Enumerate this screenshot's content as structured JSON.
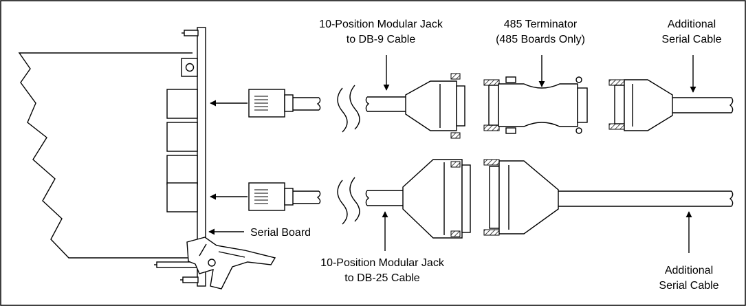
{
  "labels": {
    "db9_cable": [
      "10-Position Modular Jack",
      "to DB-9 Cable"
    ],
    "terminator": [
      "485 Terminator",
      "(485 Boards Only)"
    ],
    "additional_top": [
      "Additional",
      "Serial Cable"
    ],
    "serial_board": "Serial Board",
    "db25_cable": [
      "10-Position Modular Jack",
      "to DB-25 Cable"
    ],
    "additional_bottom": [
      "Additional",
      "Serial Cable"
    ]
  }
}
